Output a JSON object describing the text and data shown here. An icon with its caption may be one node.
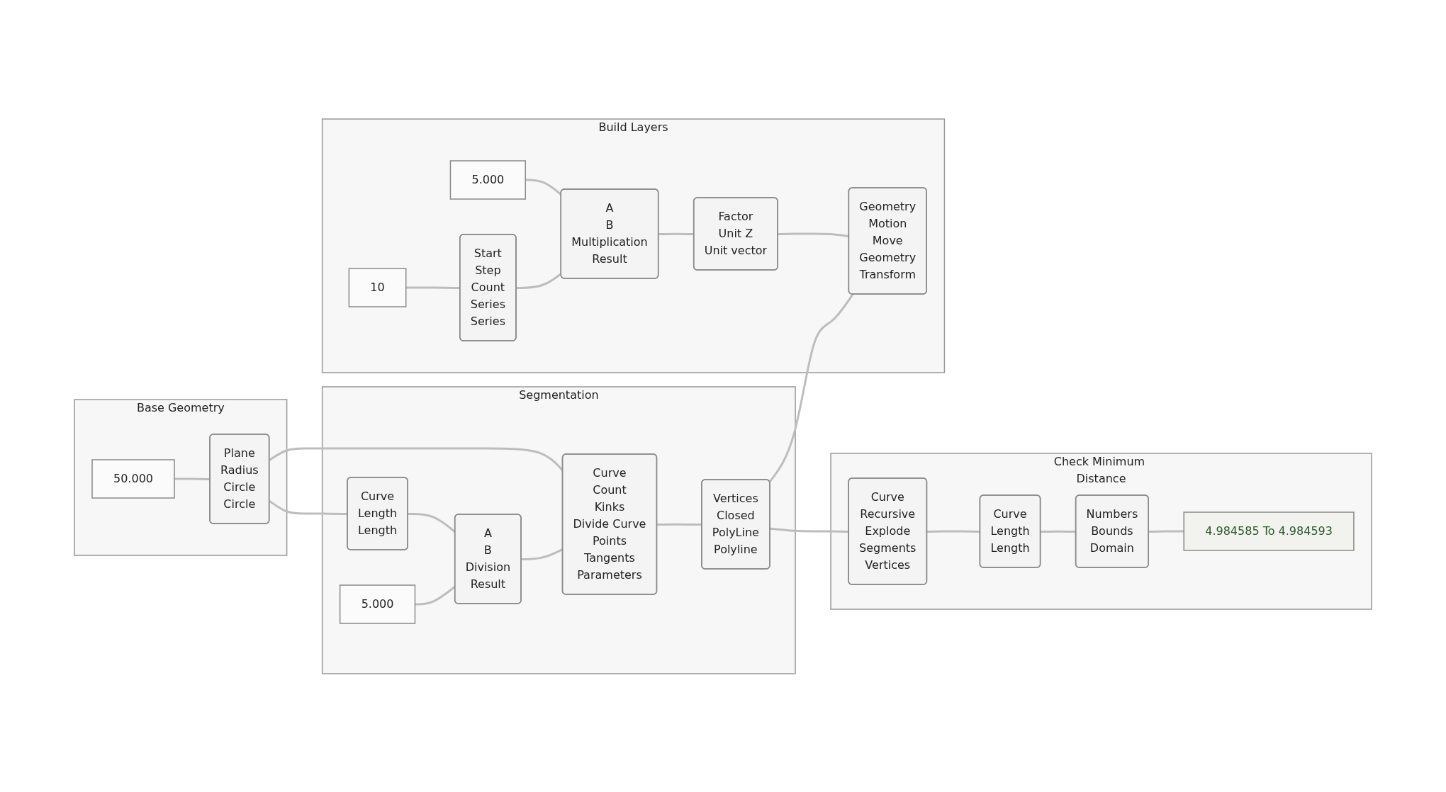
{
  "diagram": {
    "nodes": [
      {
        "text": [
          "Base Geometry"
        ]
      },
      {
        "text": [
          "50.000"
        ],
        "in": 0
      },
      {
        "text": [
          "Plane",
          "Radius",
          "Circle",
          "Circle"
        ],
        "in": 0
      },
      {
        "text": [
          "Segmentation"
        ]
      },
      {
        "text": [
          "Curve",
          "Length",
          "Length"
        ],
        "in": 3
      },
      {
        "text": [
          "5.000"
        ],
        "in": 3
      },
      {
        "text": [
          "A",
          "B",
          "Division",
          "Result"
        ],
        "in": 3
      },
      {
        "text": [
          "Curve",
          "Count",
          "Kinks",
          "Divide Curve",
          "Points",
          "Tangents",
          "Parameters"
        ],
        "in": 3
      },
      {
        "text": [
          "Vertices",
          "Closed",
          "PolyLine",
          "Polyline"
        ],
        "in": 3
      },
      {
        "text": [
          "Check Minimum Distance"
        ]
      },
      {
        "text": [
          "Curve",
          "Recursive",
          "Explode",
          "Segments",
          "Vertices"
        ],
        "in": 9
      },
      {
        "text": [
          "Curve",
          "Length",
          "Length"
        ],
        "in": 9
      },
      {
        "text": [
          "Numbers",
          "Bounds",
          "Domain"
        ],
        "in": 9
      },
      {
        "text": [
          "4.984585 To 4.984593"
        ],
        "in": 9
      },
      {
        "text": [
          "Build Layers"
        ]
      },
      {
        "text": [
          "5.000"
        ],
        "in": 14
      },
      {
        "text": [
          "Start",
          "Step",
          "Count",
          "Series",
          "Series"
        ],
        "in": 14
      },
      {
        "text": [
          "10"
        ],
        "in": 14
      },
      {
        "text": [
          "A",
          "B",
          "Multiplication",
          "Result"
        ],
        "in": 14
      },
      {
        "text": [
          "Factor",
          "Unit Z",
          "Unit vector"
        ],
        "in": 14
      },
      {
        "text": [
          "Geometry",
          "Motion",
          "Move",
          "Geometry",
          "Transform"
        ],
        "in": 14
      }
    ],
    "edges": [
      {
        "from": 1,
        "to": 2,
        "arrow": "none"
      },
      {
        "from": 2,
        "to": 7,
        "arrow": "none"
      },
      {
        "from": 2,
        "to": 4,
        "arrow": "none"
      },
      {
        "from": 4,
        "to": 6,
        "arrow": "none"
      },
      {
        "from": 5,
        "to": 6,
        "arrow": "none"
      },
      {
        "from": 6,
        "to": 7,
        "arrow": "none"
      },
      {
        "from": 7,
        "to": 8,
        "arrow": "none"
      },
      {
        "from": 8,
        "to": 10,
        "arrow": "none"
      },
      {
        "from": 10,
        "to": 11,
        "arrow": "none"
      },
      {
        "from": 11,
        "to": 12,
        "arrow": "none"
      },
      {
        "from": 12,
        "to": 13,
        "arrow": "none"
      },
      {
        "from": 15,
        "to": 18,
        "arrow": "none"
      },
      {
        "from": 17,
        "to": 16,
        "arrow": "none"
      },
      {
        "from": 16,
        "to": 18,
        "arrow": "none"
      },
      {
        "from": 18,
        "to": 19,
        "arrow": "none"
      },
      {
        "from": 19,
        "to": 20,
        "arrow": "none"
      },
      {
        "from": 8,
        "to": 20,
        "arrow": "none"
      }
    ]
  }
}
